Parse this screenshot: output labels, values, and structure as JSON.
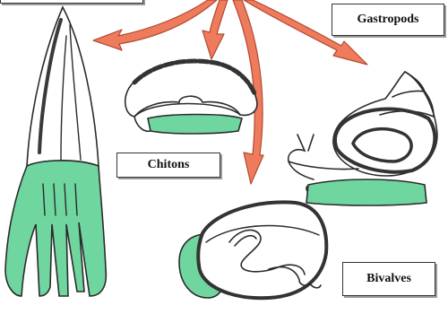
{
  "labels": {
    "gastropods": "Gastropods",
    "chitons": "Chitons",
    "bivalves": "Bivalves"
  },
  "colors": {
    "arrow": "#ef7b5d",
    "arrow_outline": "#b04a32",
    "foot": "#6fd6a0",
    "outline": "#2b2b2b"
  },
  "icons": {
    "cephalopod": "squid-drawing",
    "chiton": "chiton-drawing",
    "gastropod": "snail-drawing",
    "bivalve": "clam-drawing",
    "arrows": "radiating-arrows"
  }
}
